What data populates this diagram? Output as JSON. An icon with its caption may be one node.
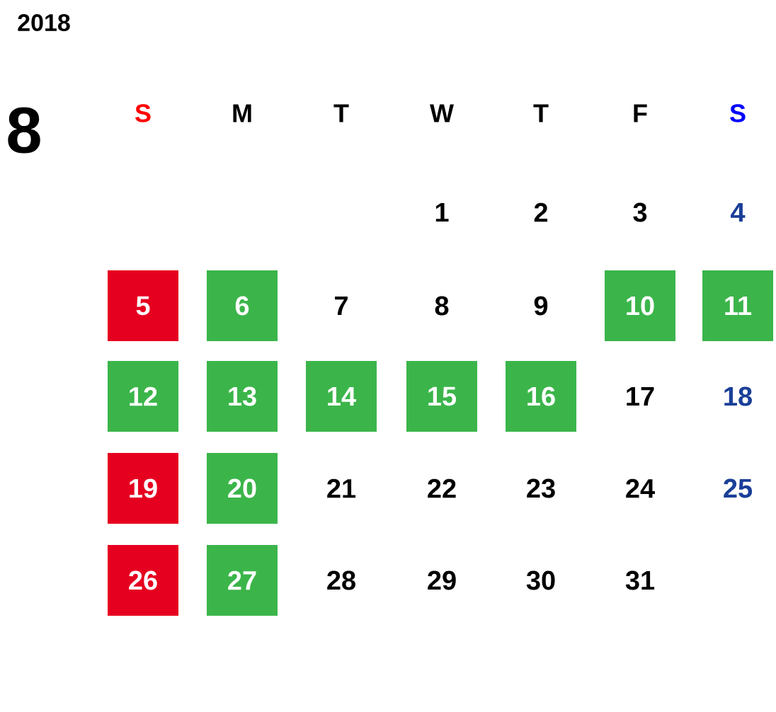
{
  "diagram": {
    "nodes": [
      {
        "text": [
          "5"
        ]
      },
      {
        "text": [
          "6"
        ]
      },
      {
        "text": [
          "10"
        ]
      },
      {
        "text": [
          "11"
        ]
      },
      {
        "text": [
          "12"
        ]
      },
      {
        "text": [
          "13"
        ]
      },
      {
        "text": [
          "14"
        ]
      },
      {
        "text": [
          "15"
        ]
      },
      {
        "text": [
          "16"
        ]
      },
      {
        "text": [
          "19"
        ]
      },
      {
        "text": [
          "20"
        ]
      },
      {
        "text": [
          "26"
        ]
      },
      {
        "text": [
          "27"
        ]
      }
    ],
    "labels": [
      "2018",
      "8",
      "S",
      "M",
      "T",
      "W",
      "T",
      "F",
      "S",
      "1",
      "2",
      "3",
      "4",
      "7",
      "8",
      "9",
      "17",
      "18",
      "21",
      "22",
      "23",
      "24",
      "25",
      "28",
      "29",
      "30",
      "31"
    ]
  }
}
